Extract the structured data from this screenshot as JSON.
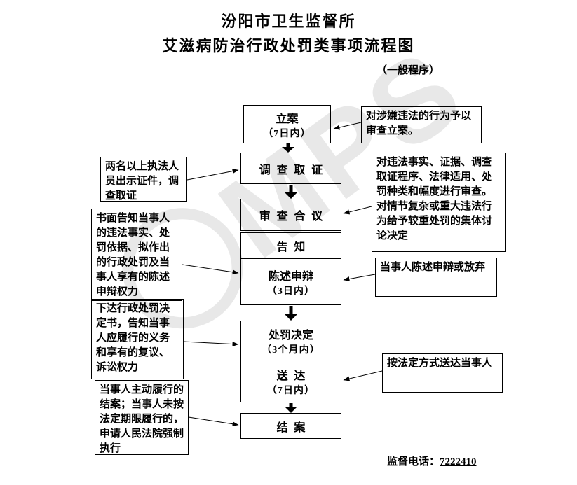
{
  "title": {
    "line1": "汾阳市卫生监督所",
    "line2": "艾滋病防治行政处罚类事项流程图",
    "subtitle": "（一般程序）"
  },
  "watermark_text": "MPS",
  "flow": {
    "steps": [
      {
        "label": "立案",
        "sub": "（7日内）"
      },
      {
        "label": "调查取证"
      },
      {
        "label": "审查合议"
      },
      {
        "label": "告知"
      },
      {
        "label": "陈述申辩",
        "sub": "（3日内）"
      },
      {
        "label": "处罚决定",
        "sub": "（3个月内）"
      },
      {
        "label": "送达",
        "sub": "（7日内）"
      },
      {
        "label": "结案"
      }
    ]
  },
  "annotations": {
    "left": [
      "两名以上执法人员出示证件，调查取证",
      "书面告知当事人的违法事实、处罚依据、拟作出的行政处罚及当事人享有的陈述申辩权力",
      "下达行政处罚决定书，告知当事人应履行的义务和享有的复议、诉讼权力",
      "当事人主动履行的结案；当事人未按法定期限履行的，申请人民法院强制执行"
    ],
    "right": [
      "对涉嫌违法的行为予以审查立案。",
      "对违法事实、证据、调查取证程序、法律适用、处罚种类和幅度进行审查。对情节复杂或重大违法行为给予较重处罚的集体讨论决定",
      "当事人陈述申辩或放弃",
      "按法定方式送达当事人"
    ]
  },
  "footer": {
    "label": "监督电话：",
    "phone": "7222410"
  }
}
